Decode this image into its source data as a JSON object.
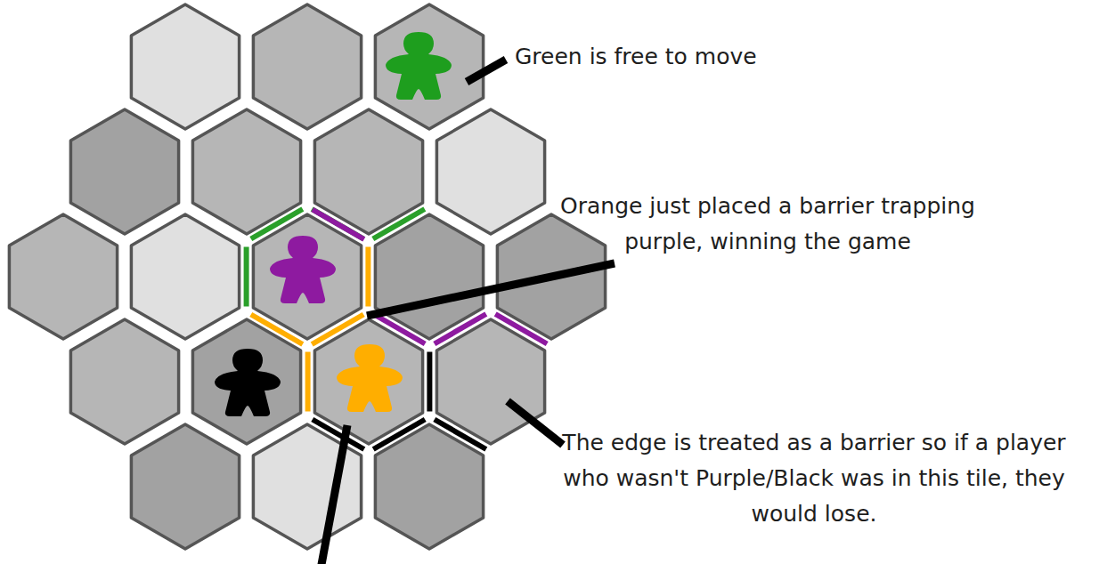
{
  "diagram": {
    "labels": [
      "Green is free to move",
      "Orange just placed a barrier trapping purple, winning the game",
      "The edge is treated as a barrier so if a player who wasn't Purple/Black was in this tile, they would lose."
    ]
  }
}
